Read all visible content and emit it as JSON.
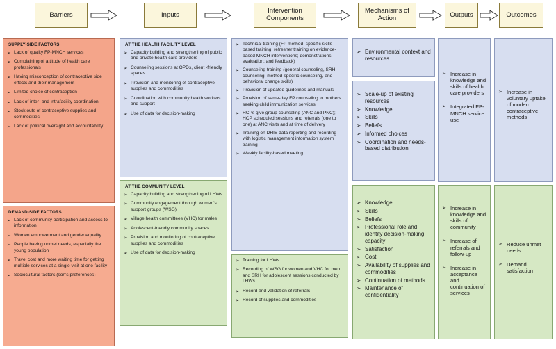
{
  "headers": {
    "barriers": "Barriers",
    "inputs": "Inputs",
    "intervention": "Intervention Components",
    "mechanisms": "Mechanisms of Action",
    "outputs": "Outputs",
    "outcomes": "Outcomes"
  },
  "supply": {
    "title": "SUPPLY-SIDE FACTORS",
    "items": [
      "Lack of quality FP-MNCH services",
      "Complaining of attitude of health care professionals",
      "Having misconception of contraceptive side effects and their management",
      "Limited choice of contraception",
      "Lack of inter- and intrafacility coordination",
      "Stock outs of contraceptive supplies and commodities",
      "Lack of political oversight and accountability"
    ]
  },
  "demand": {
    "title": "DEMAND-SIDE FACTORS",
    "items": [
      "Lack of community participation and access to information",
      "Women empowerment and gender equality",
      "People having unmet needs, especially the young population",
      "Travel cost and more waiting time for getting multiple services at a single visit at one facility",
      "Sociocultural factors (son’s preferences)"
    ]
  },
  "facility": {
    "title": "AT THE HEALTH FACILITY LEVEL",
    "items": [
      "Capacity building and strengthening of  public and private health care providers",
      "Counseling sessions at OPDs, client -friendly spaces",
      "Provision and monitoring of contraceptive supplies and commodities",
      "Coordination with community health workers and support",
      "Use of data for decision-making"
    ]
  },
  "community": {
    "title": "AT THE COMMUNITY LEVEL",
    "items": [
      "Capacity building and strengthening of LHWs",
      "Community engagement through women’s support groups (WSG)",
      "Village health committees (VHC) for males",
      "Adolescent-friendly community spaces",
      "Provision and monitoring of contraceptive supplies and commodities",
      "Use of data for decision-making"
    ]
  },
  "intervention_facility": {
    "items": [
      "Technical training (FP method–specific skills-based training; refresher training on evidence-based MNCH interventions; demonstrations; evaluation; and feedback)",
      "Counseling training (general counseling, SRH counseling, method-specific counseling, and behavioral change skills)",
      "Provision of updated guidelines and manuals",
      "Provision of same-day FP counseling to mothers seeking child immunization services",
      "HCPs give group counseling (ANC and PNC); HCP scheduled sessions and referrals (one to one) at ANC visits and at time of delivery",
      "Training on DHIS data reporting and recording with logistic management information system training",
      "Weekly facility-based meeting"
    ]
  },
  "intervention_community": {
    "items": [
      "Training for LHWs",
      "Recording of WSG for women and VHC for men, and SRH for adolescent sessions conducted by LHWs",
      "Record and validation of referrals",
      "Record of supplies and commodities"
    ]
  },
  "mech_env": {
    "items": [
      "Environmental context and resources"
    ]
  },
  "mech_facility": {
    "items": [
      "Scale-up of existing resources",
      "Knowledge",
      "Skills",
      "Beliefs",
      "Informed choices",
      "Coordination and needs-based distribution"
    ]
  },
  "mech_community": {
    "items": [
      "Knowledge",
      "Skills",
      "Beliefs",
      "Professional role and identity decision-making capacity",
      "Satisfaction",
      "Cost",
      "Availability of supplies and commodities",
      "Continuation of methods",
      "Maintenance of confidentiality"
    ]
  },
  "outputs_facility": {
    "items": [
      "Increase in knowledge and skills of health care providers",
      "Integrated FP-MNCH service use"
    ]
  },
  "outputs_community": {
    "items": [
      "Increase in knowledge and skills of community",
      "Increase of referrals and follow-up",
      "Increase in acceptance and continuation of services"
    ]
  },
  "outcomes_facility": {
    "items": [
      "Increase in voluntary uptake of modern contraceptive methods"
    ]
  },
  "outcomes_community": {
    "items": [
      "Reduce unmet needs",
      "Demand satisfaction"
    ]
  }
}
